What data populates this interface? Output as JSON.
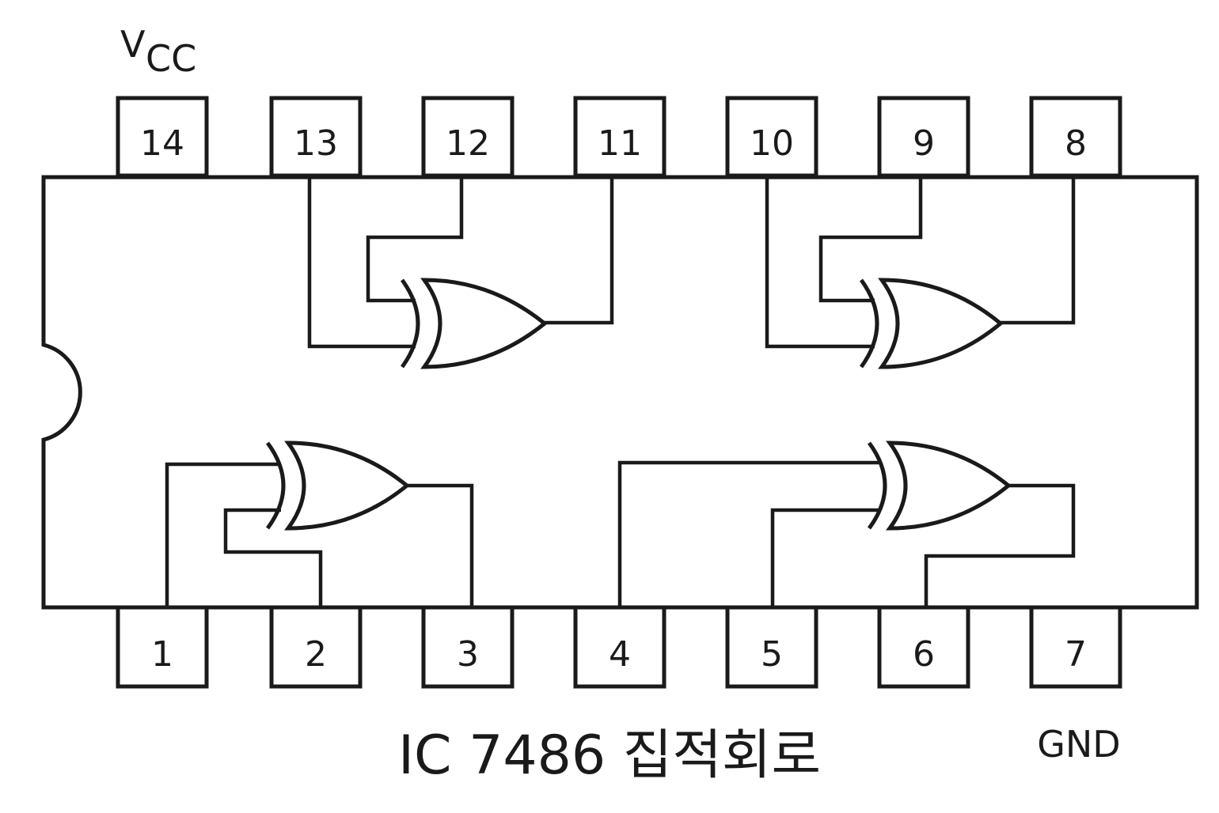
{
  "chip": {
    "caption": "IC 7486 집적회로",
    "vcc_label_main": "V",
    "vcc_label_sub": "CC",
    "gnd_label": "GND"
  },
  "pins": {
    "top": [
      "14",
      "13",
      "12",
      "11",
      "10",
      "9",
      "8"
    ],
    "bottom": [
      "1",
      "2",
      "3",
      "4",
      "5",
      "6",
      "7"
    ]
  },
  "gates": [
    {
      "name": "gate-top-left",
      "type": "XOR"
    },
    {
      "name": "gate-top-right",
      "type": "XOR"
    },
    {
      "name": "gate-bottom-left",
      "type": "XOR"
    },
    {
      "name": "gate-bottom-right",
      "type": "XOR"
    }
  ]
}
